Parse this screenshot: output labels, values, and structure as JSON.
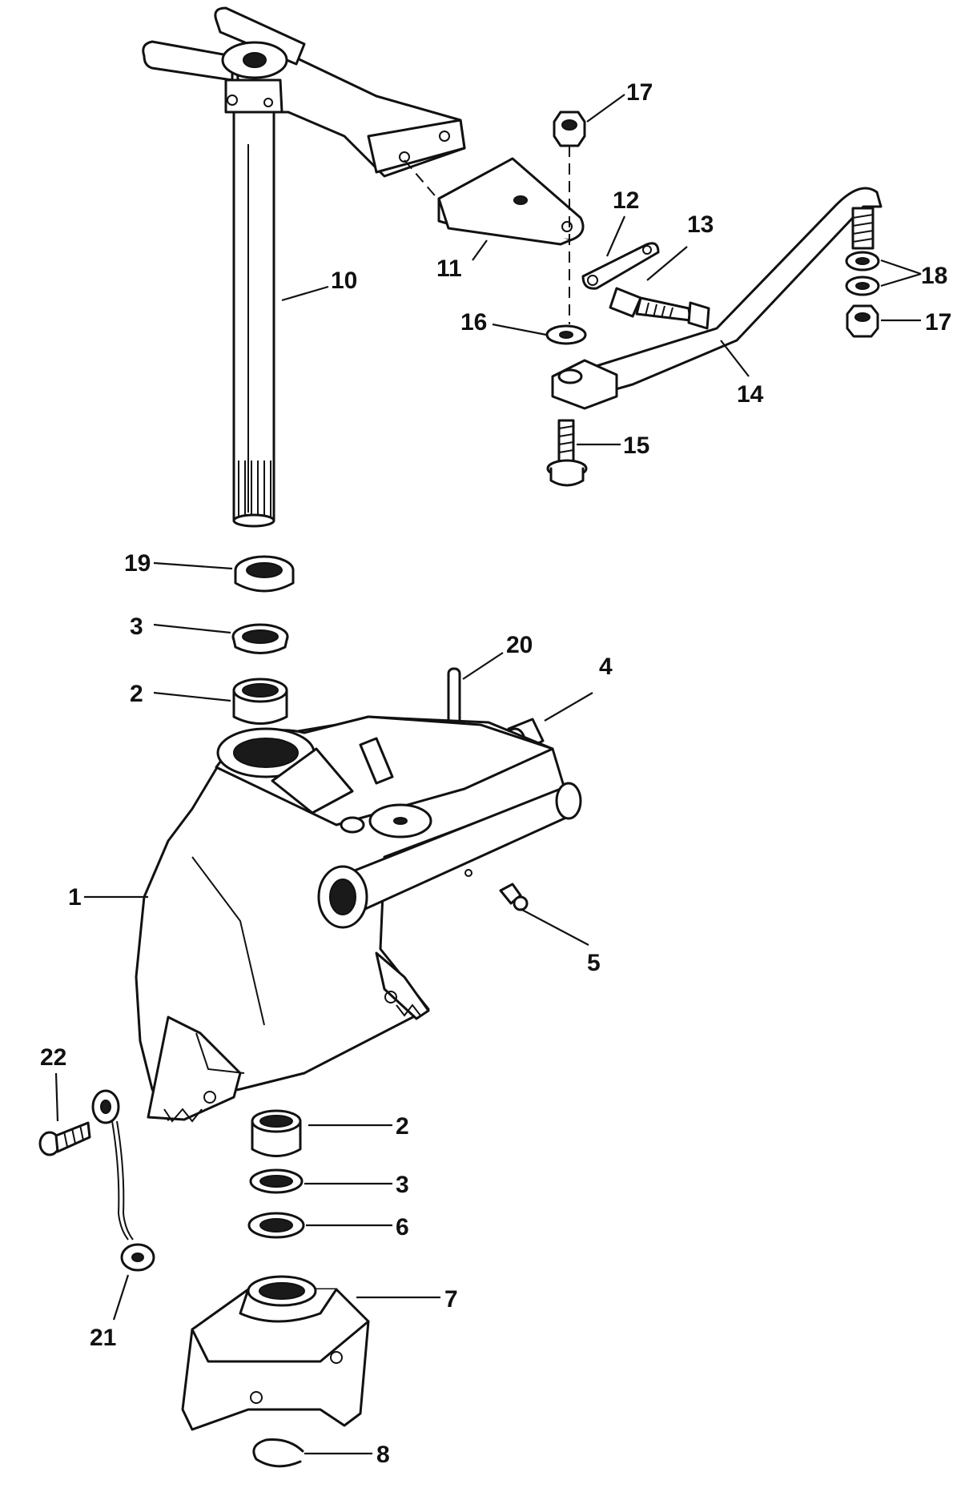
{
  "callouts": {
    "c1": "1",
    "c2a": "2",
    "c2b": "2",
    "c3a": "3",
    "c3b": "3",
    "c4": "4",
    "c5": "5",
    "c6": "6",
    "c7": "7",
    "c8": "8",
    "c10": "10",
    "c11": "11",
    "c12": "12",
    "c13": "13",
    "c14": "14",
    "c15": "15",
    "c16": "16",
    "c17a": "17",
    "c17b": "17",
    "c18": "18",
    "c19": "19",
    "c20": "20",
    "c21": "21",
    "c22": "22"
  }
}
